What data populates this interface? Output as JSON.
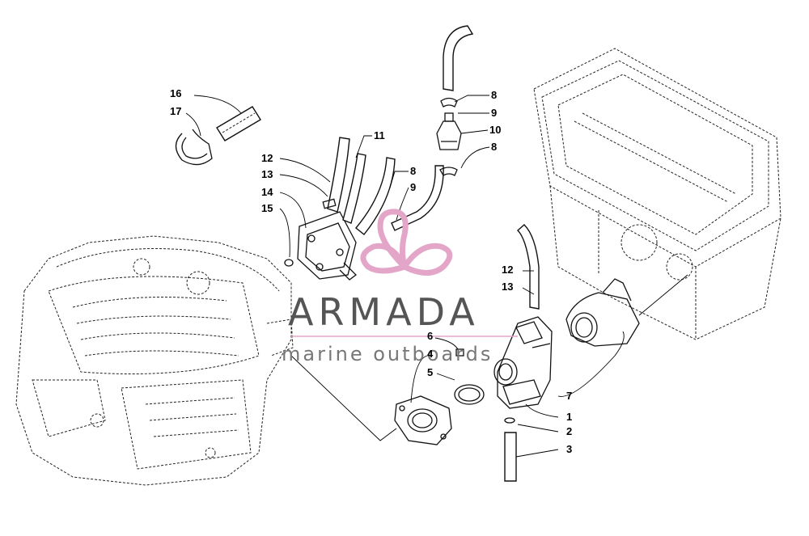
{
  "watermark": {
    "brand": "ARMADA",
    "tagline": "marine outboards",
    "accent_color": "#e3a6c8",
    "text_color": "#666666"
  },
  "callouts": [
    {
      "id": "c16",
      "label": "16"
    },
    {
      "id": "c17",
      "label": "17"
    },
    {
      "id": "c11",
      "label": "11"
    },
    {
      "id": "c12a",
      "label": "12"
    },
    {
      "id": "c13a",
      "label": "13"
    },
    {
      "id": "c8a",
      "label": "8"
    },
    {
      "id": "c14",
      "label": "14"
    },
    {
      "id": "c9a",
      "label": "9"
    },
    {
      "id": "c15",
      "label": "15"
    },
    {
      "id": "c8b",
      "label": "8"
    },
    {
      "id": "c9b",
      "label": "9"
    },
    {
      "id": "c10",
      "label": "10"
    },
    {
      "id": "c8c",
      "label": "8"
    },
    {
      "id": "c12b",
      "label": "12"
    },
    {
      "id": "c13b",
      "label": "13"
    },
    {
      "id": "c6",
      "label": "6"
    },
    {
      "id": "c4",
      "label": "4"
    },
    {
      "id": "c5",
      "label": "5"
    },
    {
      "id": "c7",
      "label": "7"
    },
    {
      "id": "c1",
      "label": "1"
    },
    {
      "id": "c2",
      "label": "2"
    },
    {
      "id": "c3",
      "label": "3"
    }
  ]
}
